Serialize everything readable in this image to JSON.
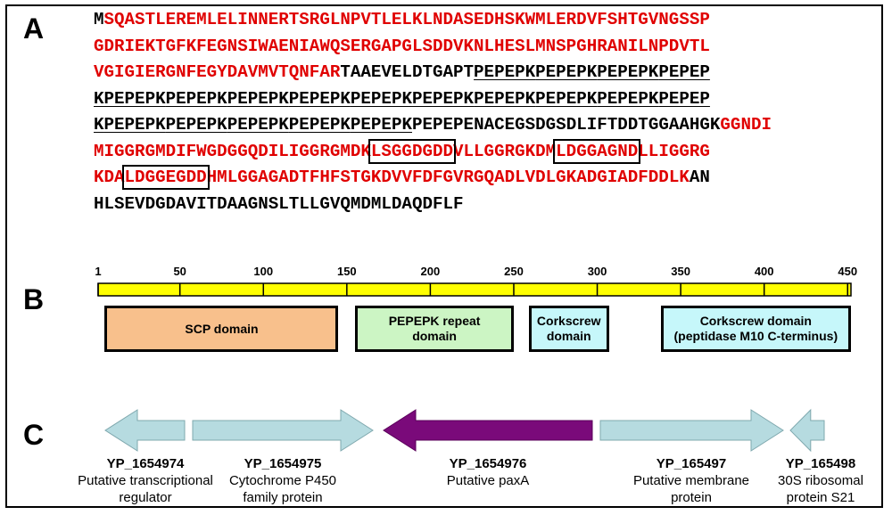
{
  "panels": {
    "a": "A",
    "b": "B",
    "c": "C"
  },
  "sequence": {
    "lines": [
      [
        {
          "t": "M",
          "c": "k"
        },
        {
          "t": "SQASTLEREMLELINNERTSRGLNPVTLELKLNDASEDHSKWMLERDVFSHTGVNGSSP",
          "c": "r"
        }
      ],
      [
        {
          "t": "GDRIEKTGFKFEGNSIWAENIAWQSERGAPGLSDDVKNLHESLMNSPGHRANILNPDVTL",
          "c": "r"
        }
      ],
      [
        {
          "t": "VGIGIERGNFEGYDAVMVTQNFAR",
          "c": "r"
        },
        {
          "t": "TAAEVELDTGAPT",
          "c": "k"
        },
        {
          "t": "PEPEPK",
          "c": "k",
          "u": true
        },
        {
          "t": "PEPEPK",
          "c": "k",
          "u": true
        },
        {
          "t": "PEPEPK",
          "c": "k",
          "u": true
        },
        {
          "t": "PEPEP",
          "c": "k",
          "u": true
        }
      ],
      [
        {
          "t": "K",
          "c": "k",
          "u": true
        },
        {
          "t": "PEPEPK",
          "c": "k",
          "u": true
        },
        {
          "t": "PEPEPK",
          "c": "k",
          "u": true
        },
        {
          "t": "PEPEPK",
          "c": "k",
          "u": true
        },
        {
          "t": "PEPEPK",
          "c": "k",
          "u": true
        },
        {
          "t": "PEPEPK",
          "c": "k",
          "u": true
        },
        {
          "t": "PEPEPK",
          "c": "k",
          "u": true
        },
        {
          "t": "PEPEPK",
          "c": "k",
          "u": true
        },
        {
          "t": "PEPEPK",
          "c": "k",
          "u": true
        },
        {
          "t": "PEPEPK",
          "c": "k",
          "u": true
        },
        {
          "t": "PEPEP",
          "c": "k",
          "u": true
        }
      ],
      [
        {
          "t": "K",
          "c": "k",
          "u": true
        },
        {
          "t": "PEPEPK",
          "c": "k",
          "u": true
        },
        {
          "t": "PEPEPK",
          "c": "k",
          "u": true
        },
        {
          "t": "PEPEPK",
          "c": "k",
          "u": true
        },
        {
          "t": "PEPEPK",
          "c": "k",
          "u": true
        },
        {
          "t": "PEPEPK",
          "c": "k",
          "u": true
        },
        {
          "t": "PEPEPENACEGSDGSDLIFTDDTGGAAHGK",
          "c": "k"
        },
        {
          "t": "GGNDI",
          "c": "r"
        }
      ],
      [
        {
          "t": "MIGGRGMDIFWGDGGQDILIGGRGMDK",
          "c": "r"
        },
        {
          "t": "LSGGDGDD",
          "c": "r",
          "box": true
        },
        {
          "t": "VLLGGRGKDM",
          "c": "r"
        },
        {
          "t": "LDGGAGND",
          "c": "r",
          "box": true
        },
        {
          "t": "LLIGGRG",
          "c": "r"
        }
      ],
      [
        {
          "t": "KDA",
          "c": "r"
        },
        {
          "t": "LDGGEGDD",
          "c": "r",
          "box": true
        },
        {
          "t": "HMLGGAGADTFHFSTGKDVVFDFGVRGQADLVDLGKADGIADFDDLK",
          "c": "r"
        },
        {
          "t": "AN",
          "c": "k"
        }
      ],
      [
        {
          "t": "HLSEVDGDAVITDAAGNSLTLLGVQMDMLDAQDFLF",
          "c": "k"
        }
      ]
    ]
  },
  "ruler": {
    "ticks": [
      "1",
      "50",
      "100",
      "150",
      "200",
      "250",
      "300",
      "350",
      "400",
      "450"
    ],
    "bar_color": "#ffff00"
  },
  "domains": [
    {
      "label": "SCP domain",
      "color": "#f8c08c",
      "start": 5,
      "end": 145
    },
    {
      "label": "PEPEPK repeat domain",
      "color": "#ccf5c4",
      "start": 155,
      "end": 250
    },
    {
      "label": "Corkscrew domain",
      "color": "#c6f7fa",
      "start": 259,
      "end": 307
    },
    {
      "label": "Corkscrew domain (peptidase M10 C-terminus)",
      "color": "#c6f7fa",
      "start": 338,
      "end": 452
    }
  ],
  "genes": [
    {
      "id": "YP_1654974",
      "desc": "Putative transcriptional regulator",
      "color": "#b6dbe0",
      "dir": "left"
    },
    {
      "id": "YP_1654975",
      "desc": "Cytochrome P450 family protein",
      "color": "#b6dbe0",
      "dir": "right"
    },
    {
      "id": "YP_1654976",
      "desc": "Putative paxA",
      "color": "#7a0a7a",
      "dir": "left"
    },
    {
      "id": "YP_165497",
      "desc": "Putative membrane protein",
      "color": "#b6dbe0",
      "dir": "right"
    },
    {
      "id": "YP_165498",
      "desc": "30S ribosomal protein S21",
      "color": "#b6dbe0",
      "dir": "left"
    }
  ]
}
